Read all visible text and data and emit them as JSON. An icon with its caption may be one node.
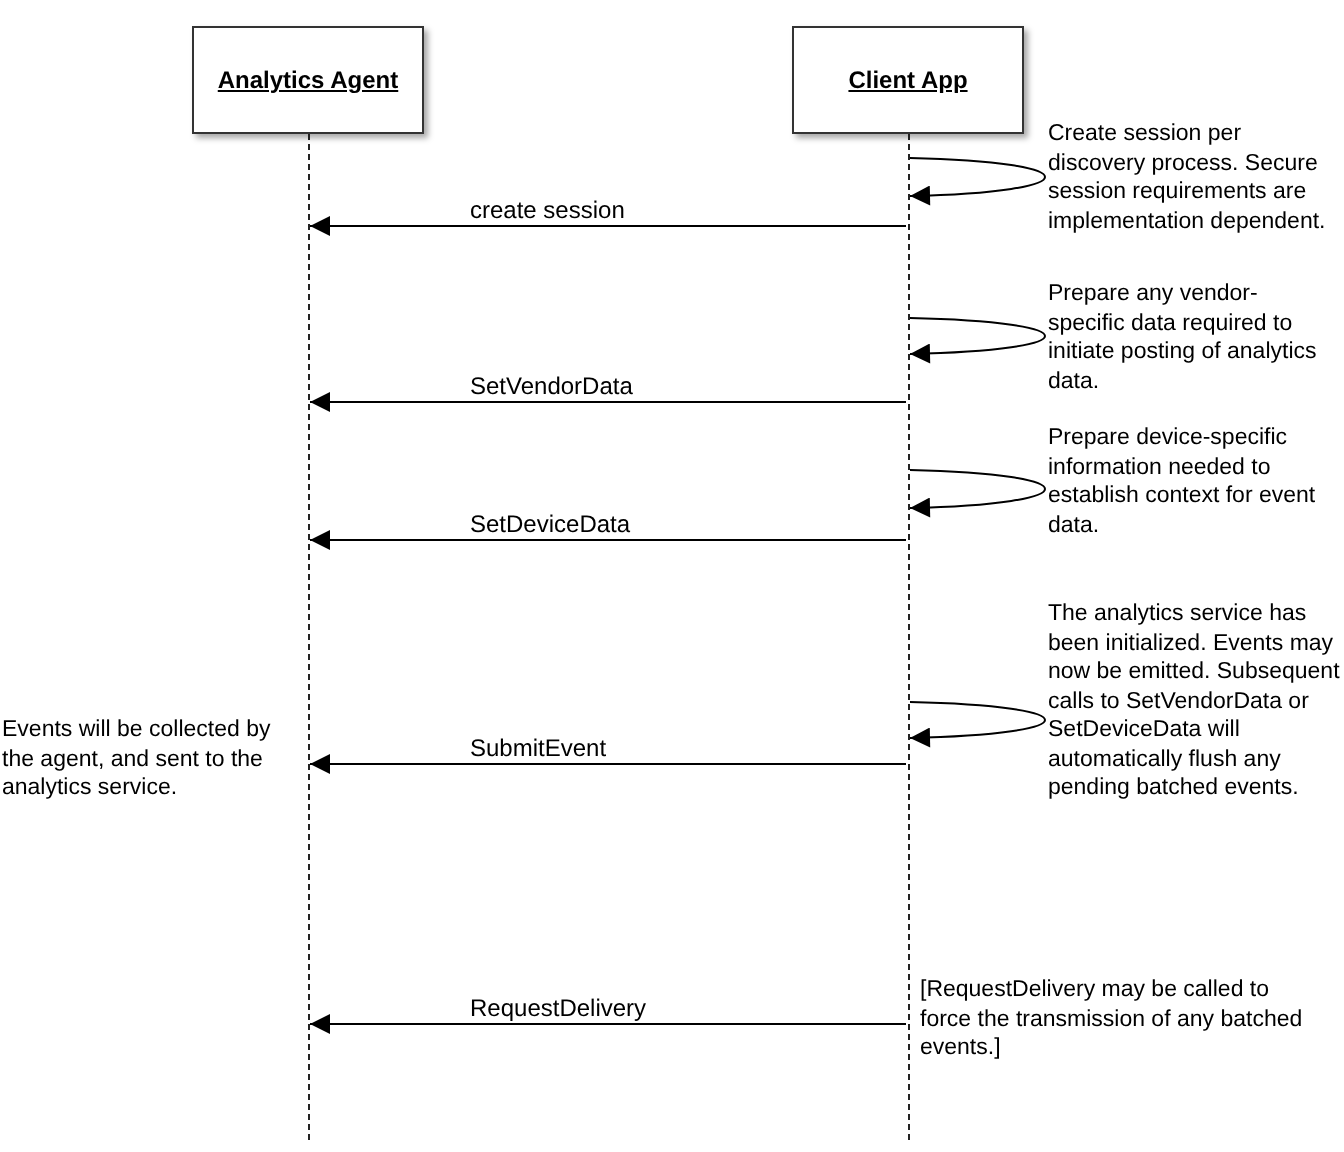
{
  "diagram": {
    "nodes": [
      {
        "text": [
          "Analytics Agent"
        ]
      },
      {
        "text": [
          "Client App"
        ]
      },
      {
        "text": [],
        "shape": "line"
      },
      {
        "text": [],
        "shape": "line"
      }
    ],
    "edges": [
      {
        "from": 3,
        "to": 3,
        "arrow": "to"
      },
      {
        "from": 3,
        "to": 2,
        "arrow": "to",
        "label": "create session"
      },
      {
        "from": 3,
        "to": 3,
        "arrow": "to"
      },
      {
        "from": 3,
        "to": 2,
        "arrow": "to",
        "label": "SetVendorData"
      },
      {
        "from": 3,
        "to": 3,
        "arrow": "to"
      },
      {
        "from": 3,
        "to": 2,
        "arrow": "to",
        "label": "SetDeviceData"
      },
      {
        "from": 3,
        "to": 3,
        "arrow": "to"
      },
      {
        "from": 3,
        "to": 2,
        "arrow": "to",
        "label": "SubmitEvent"
      },
      {
        "from": 3,
        "to": 2,
        "arrow": "to",
        "label": "RequestDelivery"
      }
    ],
    "labels": [
      "Create session per discovery process. Secure session requirements are implementation dependent.",
      "Prepare any vendor-specific data required to initiate posting of analytics data.",
      "Prepare device-specific information needed to establish context for event data.",
      "The analytics service has been initialized. Events may now be emitted. Subsequent calls to SetVendorData or SetDeviceData will automatically flush any pending batched events.",
      "Events will be collected by the agent, and sent to the analytics service.",
      "[RequestDelivery may be called to force the transmission of any batched events.]"
    ]
  }
}
